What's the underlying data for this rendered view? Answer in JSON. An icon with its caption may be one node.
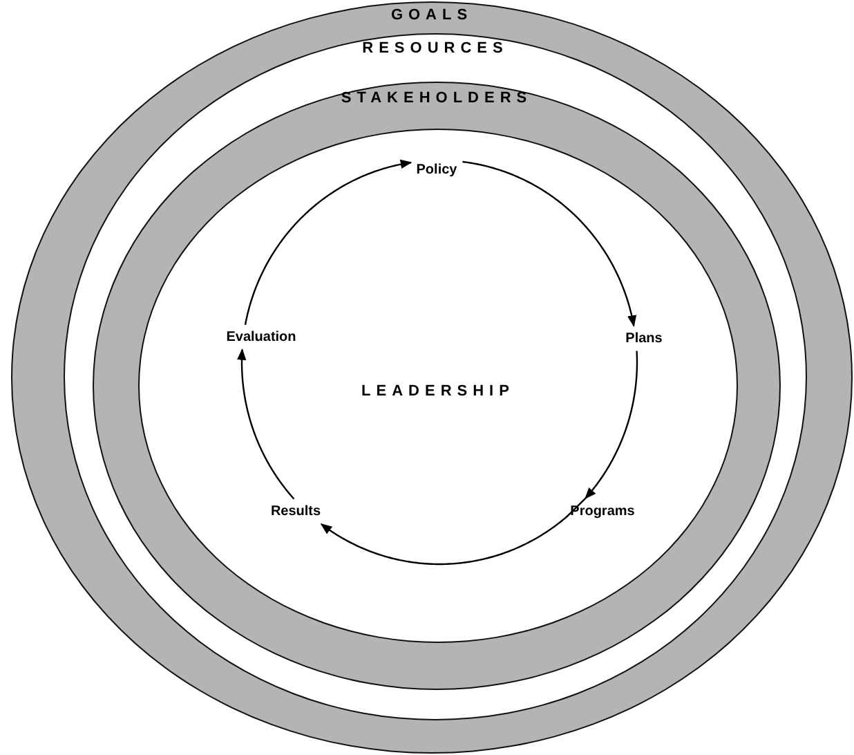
{
  "diagram": {
    "nodes": [
      {
        "text": [
          "GOALS"
        ]
      },
      {
        "text": [
          "RESOURCES"
        ],
        "in": 0
      },
      {
        "text": [
          "STAKEHOLDERS"
        ],
        "in": 1
      },
      {
        "text": [
          "LEADERSHIP"
        ],
        "in": 2
      },
      {
        "text": [
          "Policy"
        ],
        "in": 3
      },
      {
        "text": [
          "Plans"
        ],
        "in": 3
      },
      {
        "text": [
          "Programs"
        ],
        "in": 3
      },
      {
        "text": [
          "Results"
        ],
        "in": 3
      },
      {
        "text": [
          "Evaluation"
        ],
        "in": 3
      }
    ],
    "edges": [
      {
        "from": 4,
        "to": 5,
        "arrow": "to"
      },
      {
        "from": 5,
        "to": 6,
        "arrow": "to"
      },
      {
        "from": 6,
        "to": 7,
        "arrow": "to"
      },
      {
        "from": 7,
        "to": 8,
        "arrow": "to"
      },
      {
        "from": 8,
        "to": 4,
        "arrow": "to"
      }
    ]
  }
}
